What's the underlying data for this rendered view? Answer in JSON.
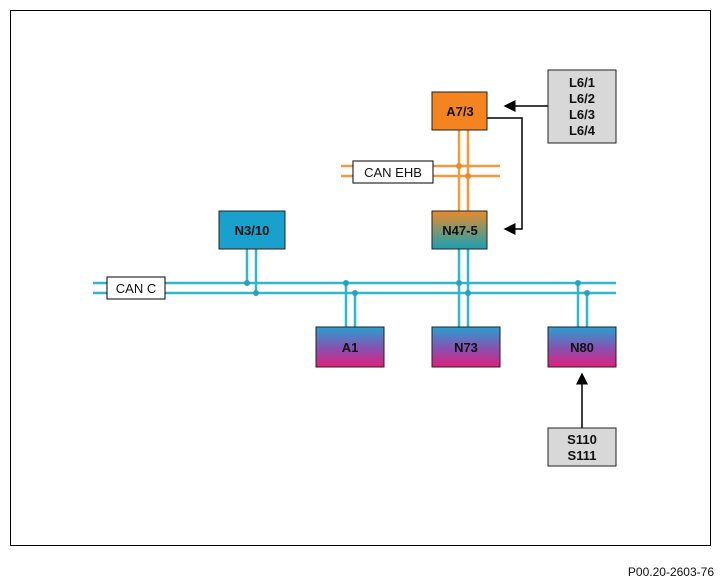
{
  "colors": {
    "can_c_bus": "#31b7cc",
    "can_ehb_bus": "#f39a3b",
    "arrow": "#000000",
    "n3_10_fill": "#1aa0cc",
    "a7_3_fill": "#f4841f",
    "gray_box_fill": "#d8d8d8"
  },
  "buses": {
    "can_c": "CAN C",
    "can_ehb": "CAN EHB"
  },
  "nodes": {
    "a7_3": "A7/3",
    "n47_5": "N47-5",
    "n3_10": "N3/10",
    "a1": "A1",
    "n73": "N73",
    "n80": "N80"
  },
  "lamps": [
    "L6/1",
    "L6/2",
    "L6/3",
    "L6/4"
  ],
  "switches": [
    "S110",
    "S111"
  ],
  "caption": "P00.20-2603-76"
}
